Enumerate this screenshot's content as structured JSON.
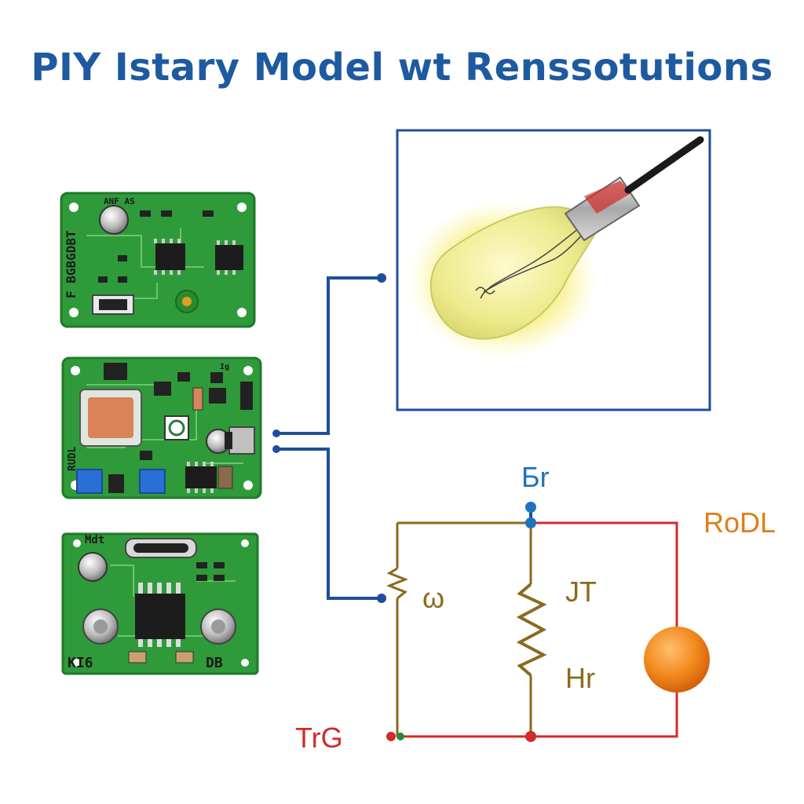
{
  "title": "PIY Istary Model wt Renssotutions",
  "colors": {
    "title": "#1e5aa0",
    "wire_blue": "#1e4f9a",
    "wire_brown": "#8a6a1e",
    "wire_red": "#d42a2a",
    "pcb_green": "#2f9a3a",
    "label_blue": "#1e73be",
    "label_orange": "#e07d1a",
    "label_red": "#d42a2a",
    "label_brown": "#8a6a1e"
  },
  "boards": [
    {
      "name": "sensor-board",
      "labels": [
        "ANF AS",
        "F BGBGDBT"
      ]
    },
    {
      "name": "controller-board",
      "labels": [
        "RUDL",
        "Ig"
      ]
    },
    {
      "name": "driver-board",
      "labels": [
        "Mdt",
        "KI6",
        "DB"
      ]
    }
  ],
  "circuit": {
    "top_label": "Бr",
    "right_label": "RoDL",
    "bottom_label": "TrG",
    "resistor_left_label": "ω",
    "resistor_mid_label_1": "JT",
    "resistor_mid_label_2": "Hr"
  },
  "bulb_panel": {
    "icons": [
      "light-bulb-icon",
      "probe-icon"
    ]
  }
}
